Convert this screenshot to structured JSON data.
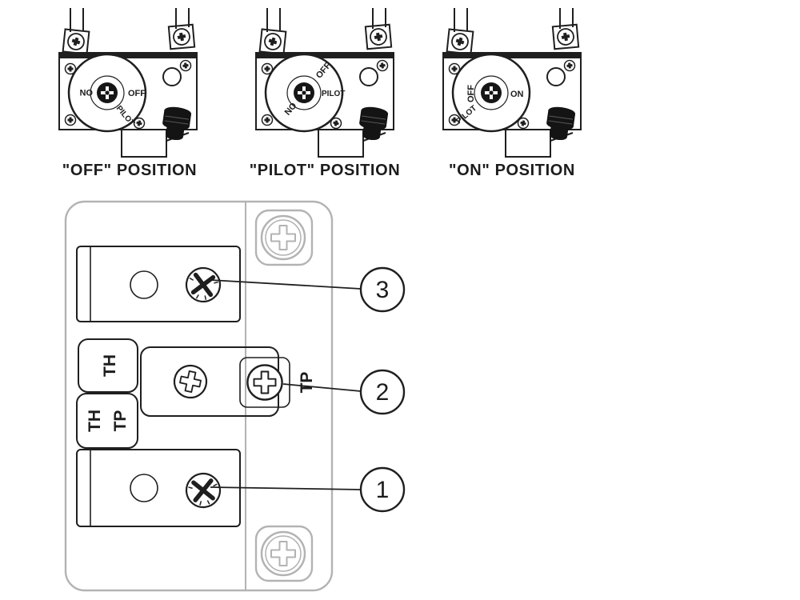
{
  "figure": {
    "positions": [
      {
        "caption": "\"OFF\" POSITION",
        "labels": {
          "on": "ON",
          "off": "OFF",
          "pilot": "PILOT"
        }
      },
      {
        "caption": "\"PILOT\" POSITION",
        "labels": {
          "on": "ON",
          "off": "OFF",
          "pilot": "PILOT"
        }
      },
      {
        "caption": "\"ON\" POSITION",
        "labels": {
          "on": "ON",
          "off": "OFF",
          "pilot": "PILOT"
        }
      }
    ],
    "terminal": {
      "labels": {
        "thermostat_single": "TH",
        "pair_left": "TH",
        "pair_right": "TP",
        "tp_terminal": "TP"
      },
      "callouts": [
        {
          "number": "1"
        },
        {
          "number": "2"
        },
        {
          "number": "3"
        }
      ]
    }
  }
}
